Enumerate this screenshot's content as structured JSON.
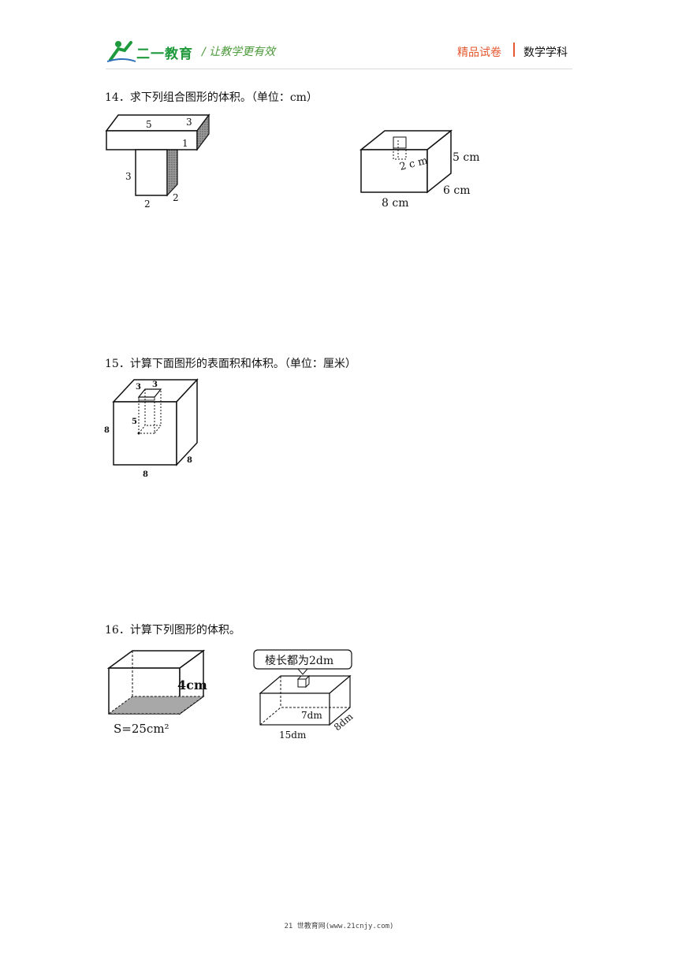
{
  "header": {
    "logo_text": "二一教育",
    "slogan": "/ 让教学更有效",
    "brand": "精品试卷",
    "subject": "数学学科"
  },
  "questions": [
    {
      "number_text": "14．求下列组合图形的体积。（单位：cm）",
      "figures": [
        {
          "labels": [
            "5",
            "3",
            "1",
            "3",
            "2",
            "2"
          ]
        },
        {
          "labels": [
            "5 cm",
            "2 c m",
            "6 cm",
            "8 cm"
          ]
        }
      ]
    },
    {
      "number_text": "15．计算下面图形的表面积和体积。（单位：厘米）",
      "figures": [
        {
          "labels": [
            "3",
            "3",
            "5",
            "8",
            "8",
            "8"
          ]
        }
      ]
    },
    {
      "number_text": "16．计算下列图形的体积。",
      "figures": [
        {
          "labels": [
            "4cm",
            "S=25cm²"
          ]
        },
        {
          "callout": "棱长都为2dm",
          "labels": [
            "7dm",
            "8dm",
            "15dm"
          ]
        }
      ]
    }
  ],
  "footer": "21 世教育网(www.21cnjy.com)"
}
